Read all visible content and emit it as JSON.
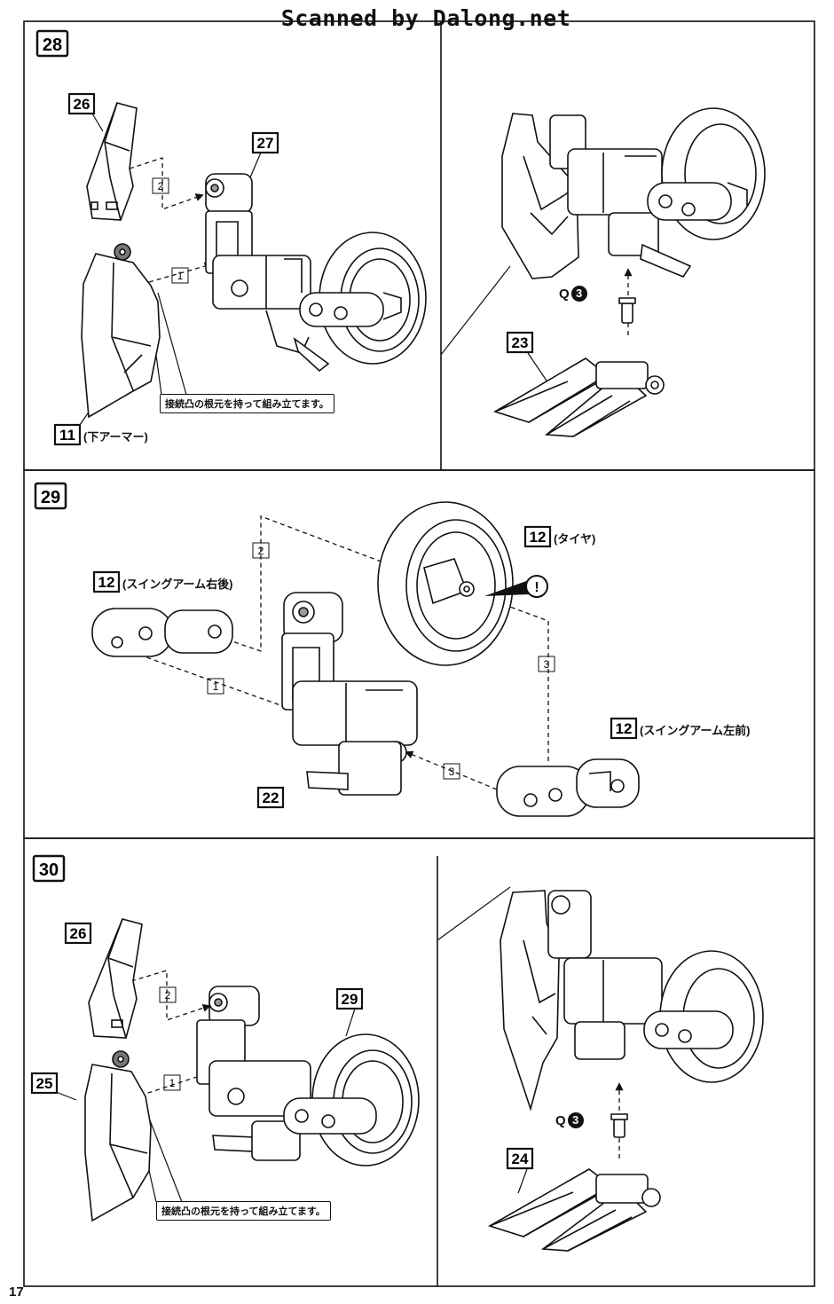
{
  "header": {
    "watermark": "Scanned by Dalong.net"
  },
  "page_number": "17",
  "steps": [
    {
      "number": "28",
      "parts": {
        "p26": "26",
        "p27": "27",
        "p11": "11",
        "p11_name": "(下アーマー)",
        "p23": "23"
      },
      "step_tags": {
        "s1": "1",
        "s2": "2"
      },
      "note": "接続凸の根元を持って組み立てます。",
      "q_ref": {
        "letter": "Q",
        "number": "3"
      }
    },
    {
      "number": "29",
      "parts": {
        "tire": "12",
        "tire_name": "(タイヤ)",
        "arm_rear": "12",
        "arm_rear_name": "(スイングアーム右後)",
        "arm_front": "12",
        "arm_front_name": "(スイングアーム左前)",
        "p22": "22"
      },
      "step_tags": {
        "s1": "1",
        "s2": "2",
        "s3a": "3",
        "s3b": "3"
      },
      "caution_mark": "!"
    },
    {
      "number": "30",
      "parts": {
        "p26": "26",
        "p29": "29",
        "p25": "25",
        "p24": "24"
      },
      "step_tags": {
        "s1": "1",
        "s2": "2"
      },
      "note": "接続凸の根元を持って組み立てます。",
      "q_ref": {
        "letter": "Q",
        "number": "3"
      }
    }
  ]
}
